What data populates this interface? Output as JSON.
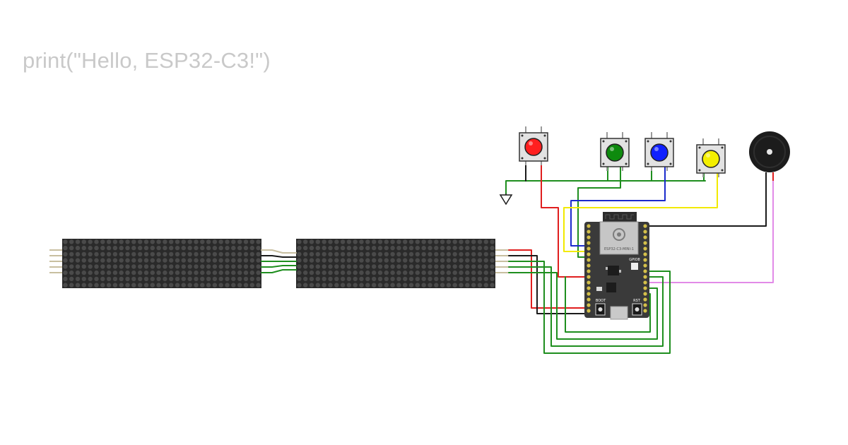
{
  "code": {
    "text": "print(\"Hello, ESP32-C3!\")"
  },
  "board": {
    "module_label": "ESP32-C3-MINI-1",
    "gpio_label": "GPIO8",
    "boot_label": "BOOT",
    "rst_label": "RST"
  },
  "buttons": [
    {
      "name": "red",
      "color": "#ff1f1f"
    },
    {
      "name": "green",
      "color": "#0e8a0e"
    },
    {
      "name": "blue",
      "color": "#1020ff"
    },
    {
      "name": "yellow",
      "color": "#f4ef00"
    }
  ],
  "wire_colors": {
    "red": "#e01e1e",
    "green": "#1e8e1e",
    "blue": "#1a2acc",
    "yellow": "#f2ea00",
    "black": "#1a1a1a",
    "violet": "#e28be8"
  },
  "matrix": {
    "count": 2,
    "cols": 32,
    "rows": 8
  }
}
